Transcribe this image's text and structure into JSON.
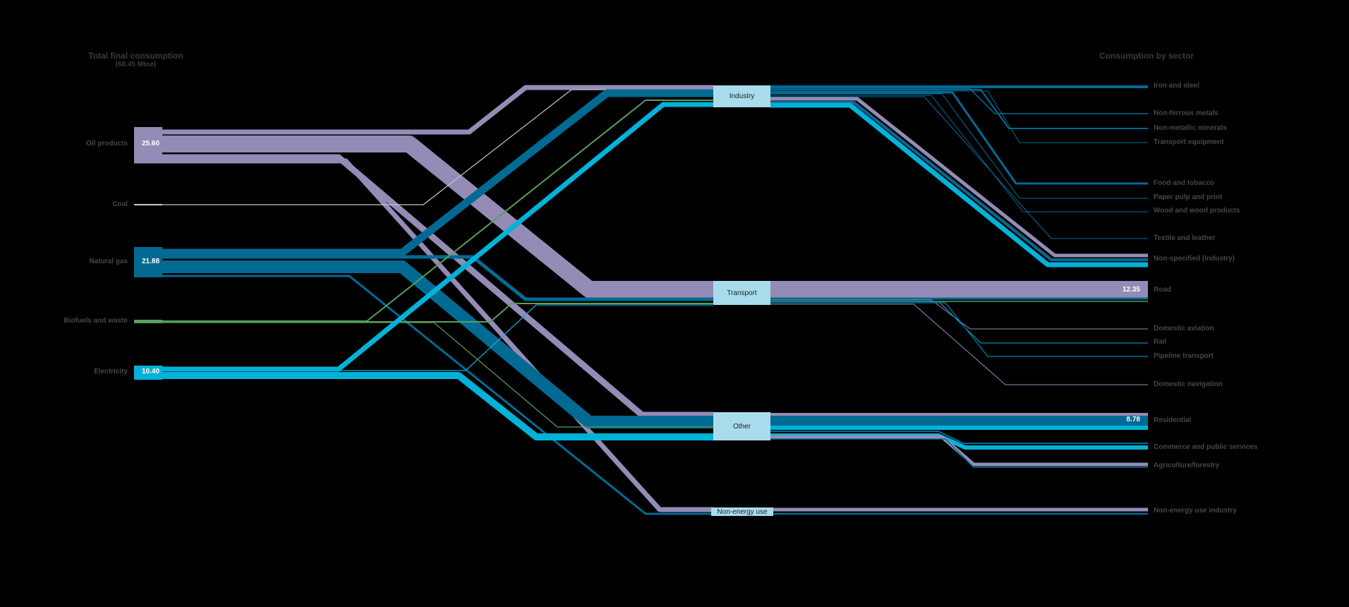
{
  "header_left": {
    "title": "Total final consumption",
    "subtitle": "(68.45 Mtoe)"
  },
  "header_right": {
    "title": "Consumption by sector"
  },
  "colors": {
    "oil": "#948cb6",
    "coal": "#c8c8c8",
    "gas": "#006a93",
    "biofuels": "#5a9e5d",
    "electricity": "#00b2d8",
    "hub": "#a8dcec",
    "background": "#000000"
  },
  "sources": [
    {
      "id": "oil",
      "label": "Oil products",
      "value_label": "25.60"
    },
    {
      "id": "coal",
      "label": "Coal",
      "value_label": ""
    },
    {
      "id": "gas",
      "label": "Natural gas",
      "value_label": "21.88"
    },
    {
      "id": "bio",
      "label": "Biofuels and waste",
      "value_label": ""
    },
    {
      "id": "elec",
      "label": "Electricity",
      "value_label": "10.40"
    }
  ],
  "hubs": [
    {
      "id": "industry",
      "label": "Industry"
    },
    {
      "id": "transport",
      "label": "Transport"
    },
    {
      "id": "other",
      "label": "Other"
    },
    {
      "id": "nonenergy",
      "label": "Non-energy use"
    }
  ],
  "destinations": [
    {
      "label": "Iron and steel",
      "value_label": ""
    },
    {
      "label": "Non-ferrous metals",
      "value_label": ""
    },
    {
      "label": "Non-metallic minerals",
      "value_label": ""
    },
    {
      "label": "Transport equipment",
      "value_label": ""
    },
    {
      "label": "Food and tobacco",
      "value_label": ""
    },
    {
      "label": "Paper pulp and print",
      "value_label": ""
    },
    {
      "label": "Wood and wood products",
      "value_label": ""
    },
    {
      "label": "Textile and leather",
      "value_label": ""
    },
    {
      "label": "Non-specified (industry)",
      "value_label": ""
    },
    {
      "label": "Road",
      "value_label": "12.35"
    },
    {
      "label": "Domestic aviation",
      "value_label": ""
    },
    {
      "label": "Rail",
      "value_label": ""
    },
    {
      "label": "Pipeline transport",
      "value_label": ""
    },
    {
      "label": "Domestic navigation",
      "value_label": ""
    },
    {
      "label": "Residential",
      "value_label": "8.78"
    },
    {
      "label": "Commerce and public services",
      "value_label": ""
    },
    {
      "label": "Agriculture/forestry",
      "value_label": ""
    },
    {
      "label": "Non-energy use industry",
      "value_label": ""
    }
  ]
}
